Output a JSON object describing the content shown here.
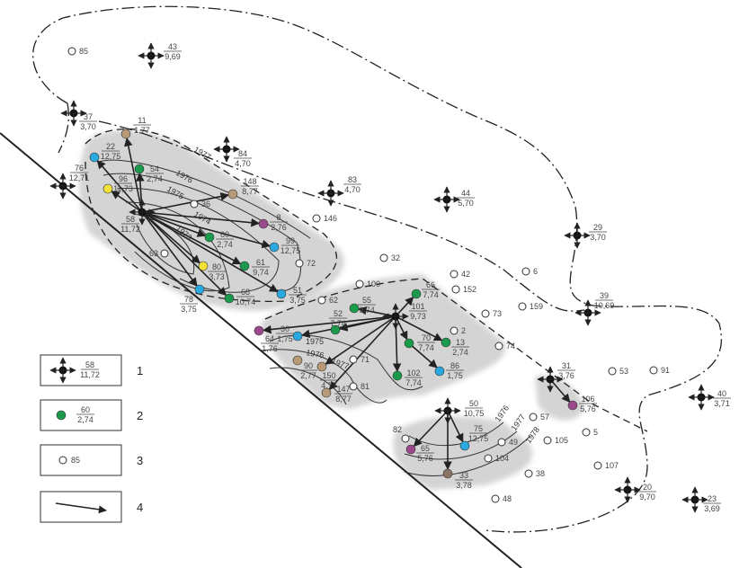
{
  "colors": {
    "green": "#1a9a4a",
    "blue": "#2aa8e0",
    "yellow": "#f2e23a",
    "brown": "#b89a78",
    "purple": "#9a4a8a",
    "gray": "#8a7468",
    "shade": "#d4d4d4",
    "line": "#222222"
  },
  "injectors": [
    {
      "id": "43",
      "n": "43",
      "d": "9,69"
    },
    {
      "id": "37",
      "n": "37",
      "d": "3,70"
    },
    {
      "id": "76",
      "n": "76",
      "d": "12,71"
    },
    {
      "id": "84",
      "n": "84",
      "d": "4,70"
    },
    {
      "id": "58",
      "n": "58",
      "d": "11,72"
    },
    {
      "id": "83",
      "n": "83",
      "d": "4,70"
    },
    {
      "id": "44",
      "n": "44",
      "d": "5,70"
    },
    {
      "id": "29",
      "n": "29",
      "d": "3,70"
    },
    {
      "id": "39",
      "n": "39",
      "d": "10,69"
    },
    {
      "id": "101",
      "n": "101",
      "d": "9,73"
    },
    {
      "id": "31",
      "n": "31",
      "d": "3,76"
    },
    {
      "id": "40",
      "n": "40",
      "d": "3,71"
    },
    {
      "id": "50",
      "n": "50",
      "d": "10,75"
    },
    {
      "id": "20",
      "n": "20",
      "d": "9,70"
    },
    {
      "id": "23",
      "n": "23",
      "d": "3,69"
    }
  ],
  "producers": [
    {
      "id": "11",
      "n": "11",
      "d": "1,77",
      "c": "brown"
    },
    {
      "id": "22",
      "n": "22",
      "d": "12,75",
      "c": "blue"
    },
    {
      "id": "54",
      "n": "54",
      "d": "2,74",
      "c": "green"
    },
    {
      "id": "96",
      "n": "96",
      "d": "11,73",
      "c": "yellow"
    },
    {
      "id": "148",
      "n": "148",
      "d": "8,77",
      "c": "brown"
    },
    {
      "id": "8",
      "n": "8",
      "d": "2,76",
      "c": "purple"
    },
    {
      "id": "60",
      "n": "60",
      "d": "2,74",
      "c": "green"
    },
    {
      "id": "99",
      "n": "99",
      "d": "12,75",
      "c": "blue"
    },
    {
      "id": "61",
      "n": "61",
      "d": "9,74",
      "c": "green"
    },
    {
      "id": "80",
      "n": "80",
      "d": "3,73",
      "c": "yellow"
    },
    {
      "id": "68",
      "n": "68",
      "d": "10,74",
      "c": "green"
    },
    {
      "id": "51",
      "n": "51",
      "d": "3,75",
      "c": "blue"
    },
    {
      "id": "78",
      "n": "78",
      "d": "3,75",
      "c": "blue"
    },
    {
      "id": "66",
      "n": "66",
      "d": "7,74",
      "c": "green"
    },
    {
      "id": "55",
      "n": "55",
      "d": "9,74",
      "c": "green"
    },
    {
      "id": "52",
      "n": "52",
      "d": "7,74",
      "c": "green"
    },
    {
      "id": "30",
      "n": "30",
      "d": "1,75",
      "c": "blue"
    },
    {
      "id": "64",
      "n": "64",
      "d": "1,76",
      "c": "purple"
    },
    {
      "id": "70",
      "n": "70",
      "d": "7,74",
      "c": "green"
    },
    {
      "id": "13",
      "n": "13",
      "d": "2,74",
      "c": "green"
    },
    {
      "id": "90",
      "n": "90",
      "d": "2,77",
      "c": "brown"
    },
    {
      "id": "150",
      "n": "150",
      "d": "4,77",
      "c": "brown"
    },
    {
      "id": "147",
      "n": "147",
      "d": "8,77",
      "c": "brown"
    },
    {
      "id": "102",
      "n": "102",
      "d": "7,74",
      "c": "green"
    },
    {
      "id": "86",
      "n": "86",
      "d": "1,75",
      "c": "blue"
    },
    {
      "id": "106",
      "n": "106",
      "d": "5,76",
      "c": "purple"
    },
    {
      "id": "65",
      "n": "65",
      "d": "5,76",
      "c": "purple"
    },
    {
      "id": "75",
      "n": "75",
      "d": "12,75",
      "c": "blue"
    },
    {
      "id": "33",
      "n": "33",
      "d": "3,78",
      "c": "gray"
    }
  ],
  "observation": [
    "85",
    "146",
    "32",
    "63",
    "36",
    "72",
    "100",
    "62",
    "42",
    "6",
    "152",
    "159",
    "73",
    "2",
    "74",
    "71",
    "81",
    "53",
    "91",
    "57",
    "5",
    "105",
    "82",
    "49",
    "104",
    "38",
    "107",
    "48"
  ],
  "isochrones": [
    "1977",
    "1976",
    "1975",
    "1974",
    "1973",
    "1975",
    "1976",
    "1977",
    "1976",
    "1977",
    "1978"
  ],
  "legend": [
    {
      "num": "1",
      "n": "58",
      "d": "11,72"
    },
    {
      "num": "2",
      "n": "60",
      "d": "2,74"
    },
    {
      "num": "3",
      "label": "85"
    },
    {
      "num": "4"
    }
  ]
}
